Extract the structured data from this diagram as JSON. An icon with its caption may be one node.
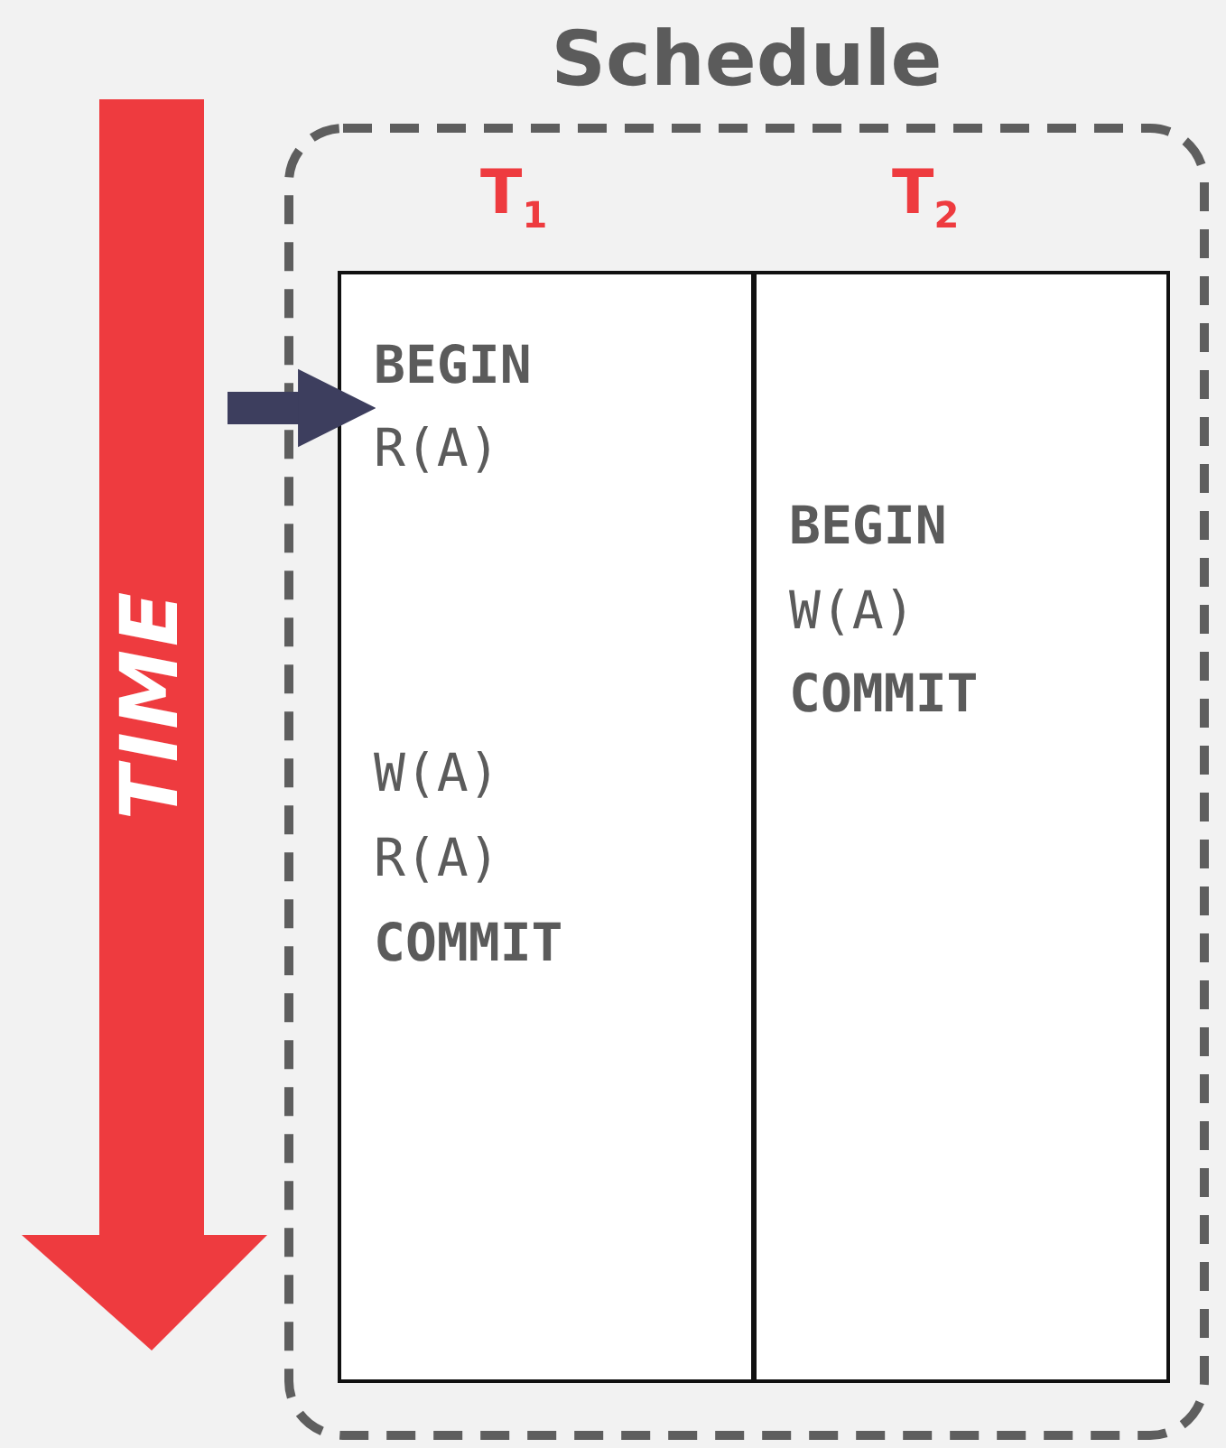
{
  "diagram": {
    "nodes": [
      {
        "text": [
          "Schedule"
        ]
      },
      {
        "text": [
          "T$_{1}$",
          "BEGIN",
          "R(A)",
          "W(A)",
          "R(A)",
          "COMMIT"
        ],
        "in": 0
      },
      {
        "text": [
          "T$_{2}$",
          "BEGIN",
          "W(A)",
          "COMMIT"
        ],
        "in": 0
      }
    ],
    "edges": [
      {
        "from": null,
        "to": 1,
        "arrow": "to"
      }
    ],
    "labels": [
      "TIME"
    ]
  }
}
